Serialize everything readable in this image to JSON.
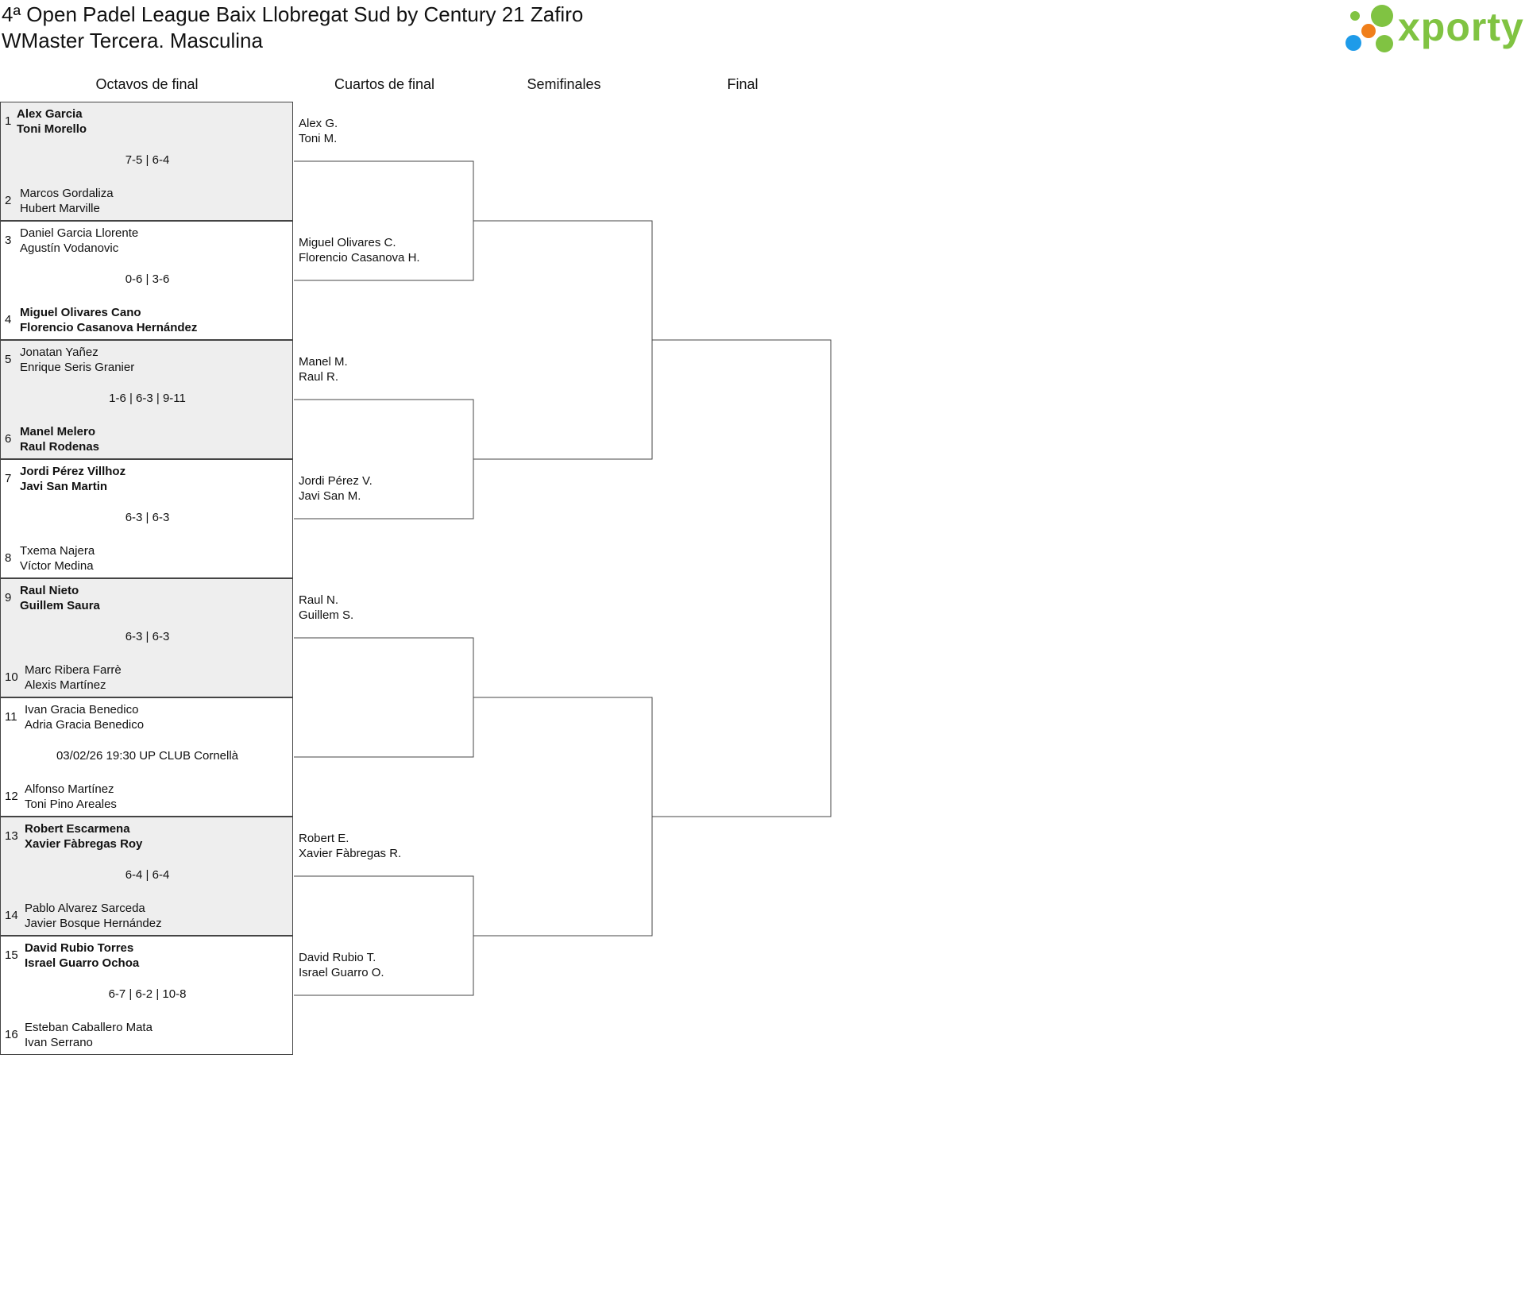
{
  "header": {
    "tournament_title": "4ª Open Padel League Baix Llobregat Sud by Century 21 Zafiro",
    "category_title": "WMaster Tercera. Masculina"
  },
  "logo": {
    "text": "xporty",
    "colors": {
      "green": "#80c342",
      "orange": "#f07f1a",
      "blue": "#1e9be9"
    }
  },
  "rounds": [
    "Octavos de final",
    "Cuartos de final",
    "Semifinales",
    "Final"
  ],
  "matches": [
    {
      "seed_a": "1",
      "team_a": [
        "Alex Garcia",
        "Toni Morello"
      ],
      "seed_b": "2",
      "team_b": [
        "Marcos Gordaliza",
        "Hubert Marville"
      ],
      "result": "7-5 | 6-4",
      "winner": "a",
      "shaded": true
    },
    {
      "seed_a": "3",
      "team_a": [
        "Daniel Garcia Llorente",
        "Agustín Vodanovic"
      ],
      "seed_b": "4",
      "team_b": [
        "Miguel Olivares Cano",
        "Florencio Casanova Hernández"
      ],
      "result": "0-6 | 3-6",
      "winner": "b",
      "shaded": false
    },
    {
      "seed_a": "5",
      "team_a": [
        "Jonatan Yañez",
        "Enrique Seris Granier"
      ],
      "seed_b": "6",
      "team_b": [
        "Manel Melero",
        "Raul Rodenas"
      ],
      "result": "1-6 | 6-3 | 9-11",
      "winner": "b",
      "shaded": true
    },
    {
      "seed_a": "7",
      "team_a": [
        "Jordi Pérez Villhoz",
        "Javi San Martin"
      ],
      "seed_b": "8",
      "team_b": [
        "Txema Najera",
        "Víctor Medina"
      ],
      "result": "6-3 | 6-3",
      "winner": "a",
      "shaded": false
    },
    {
      "seed_a": "9",
      "team_a": [
        "Raul Nieto",
        "Guillem Saura"
      ],
      "seed_b": "10",
      "team_b": [
        "Marc Ribera Farrè",
        "Alexis Martínez"
      ],
      "result": "6-3 | 6-3",
      "winner": "a",
      "shaded": true
    },
    {
      "seed_a": "11",
      "team_a": [
        "Ivan Gracia Benedico",
        "Adria Gracia Benedico"
      ],
      "seed_b": "12",
      "team_b": [
        "Alfonso Martínez",
        "Toni Pino Areales"
      ],
      "result": "03/02/26 19:30 UP CLUB Cornellà",
      "winner": "",
      "shaded": false
    },
    {
      "seed_a": "13",
      "team_a": [
        "Robert Escarmena",
        "Xavier Fàbregas Roy"
      ],
      "seed_b": "14",
      "team_b": [
        "Pablo Alvarez Sarceda",
        "Javier Bosque Hernández"
      ],
      "result": "6-4 | 6-4",
      "winner": "a",
      "shaded": true
    },
    {
      "seed_a": "15",
      "team_a": [
        "David Rubio Torres",
        "Israel Guarro Ochoa"
      ],
      "seed_b": "16",
      "team_b": [
        "Esteban Caballero Mata",
        "Ivan Serrano"
      ],
      "result": "6-7 | 6-2 | 10-8",
      "winner": "a",
      "shaded": false
    }
  ],
  "quarterfinal_entries": [
    [
      "Alex G.",
      "Toni M."
    ],
    [
      "Miguel Olivares C.",
      "Florencio Casanova H."
    ],
    [
      "Manel M.",
      "Raul R."
    ],
    [
      "Jordi Pérez V.",
      "Javi San M."
    ],
    [
      "Raul N.",
      "Guillem S."
    ],
    [
      "",
      ""
    ],
    [
      "Robert E.",
      "Xavier Fàbregas R."
    ],
    [
      "David Rubio T.",
      "Israel Guarro O."
    ]
  ]
}
